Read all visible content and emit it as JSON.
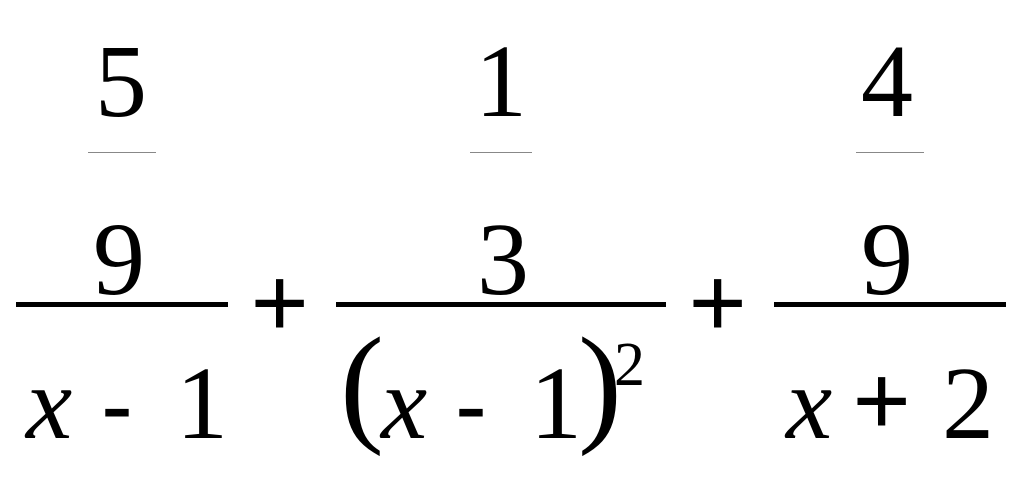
{
  "expression": {
    "term1": {
      "inner_num": "5",
      "inner_den": "9",
      "den_var": "x",
      "den_op": "-",
      "den_const": "1"
    },
    "plus1": "+",
    "term2": {
      "inner_num": "1",
      "inner_den": "3",
      "lparen": "(",
      "den_var": "x",
      "den_op": "-",
      "den_const": "1",
      "rparen": ")",
      "exponent": "2"
    },
    "plus2": "+",
    "term3": {
      "inner_num": "4",
      "inner_den": "9",
      "den_var": "x",
      "den_op": "+",
      "den_const": "2"
    }
  }
}
